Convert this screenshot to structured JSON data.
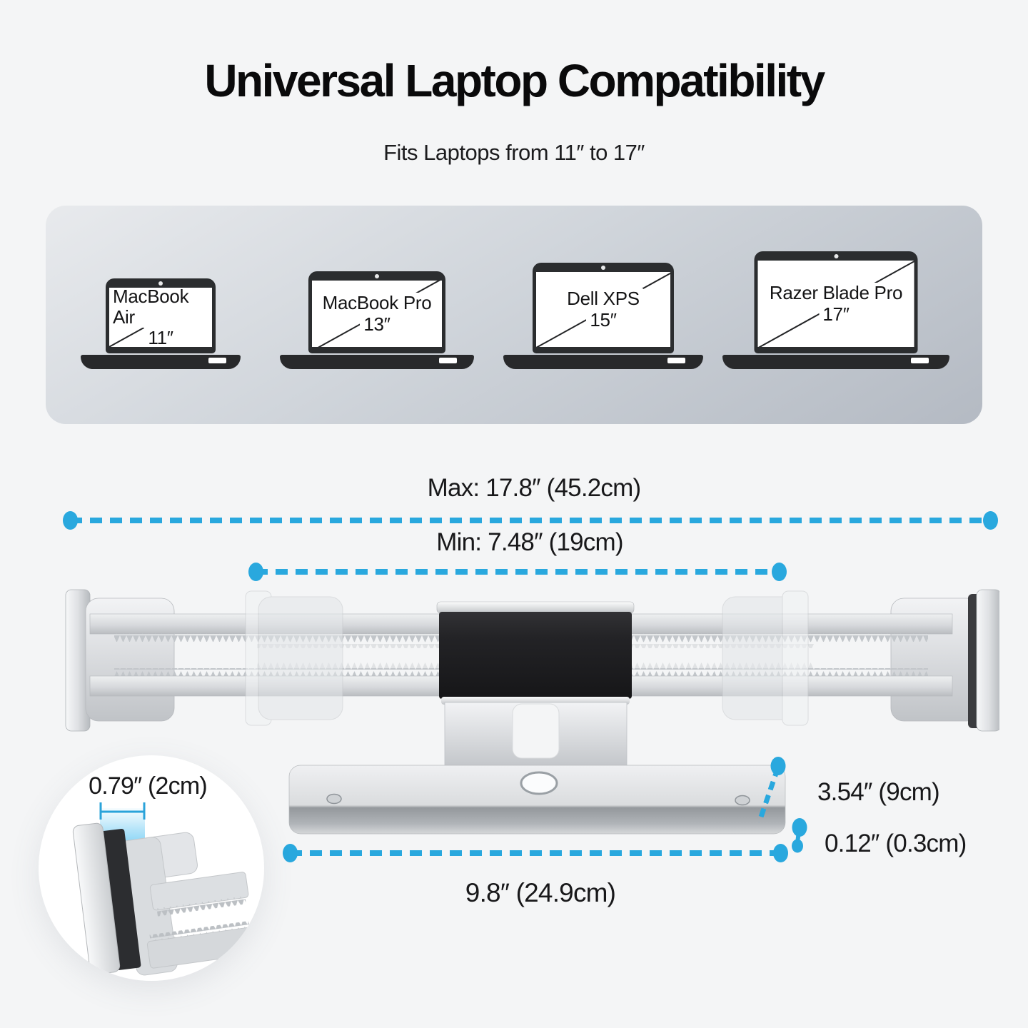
{
  "colors": {
    "accent_blue": "#29a8de",
    "laptop_dark": "#2b2d2f",
    "background": "#f4f5f6"
  },
  "header": {
    "title": "Universal Laptop Compatibility",
    "subtitle": "Fits Laptops from 11″ to 17″"
  },
  "compatibility": {
    "laptops": [
      {
        "name": "MacBook Air",
        "size": "11″"
      },
      {
        "name": "MacBook Pro",
        "size": "13″"
      },
      {
        "name": "Dell XPS",
        "size": "15″"
      },
      {
        "name": "Razer Blade Pro",
        "size": "17″"
      }
    ]
  },
  "dimensions": {
    "max_width": "Max: 17.8″ (45.2cm)",
    "min_width": "Min: 7.48″ (19cm)",
    "clamp_inner_width": "0.79″ (2cm)",
    "base_depth": "3.54″ (9cm)",
    "base_thickness": "0.12″ (0.3cm)",
    "base_width": "9.8″ (24.9cm)"
  }
}
